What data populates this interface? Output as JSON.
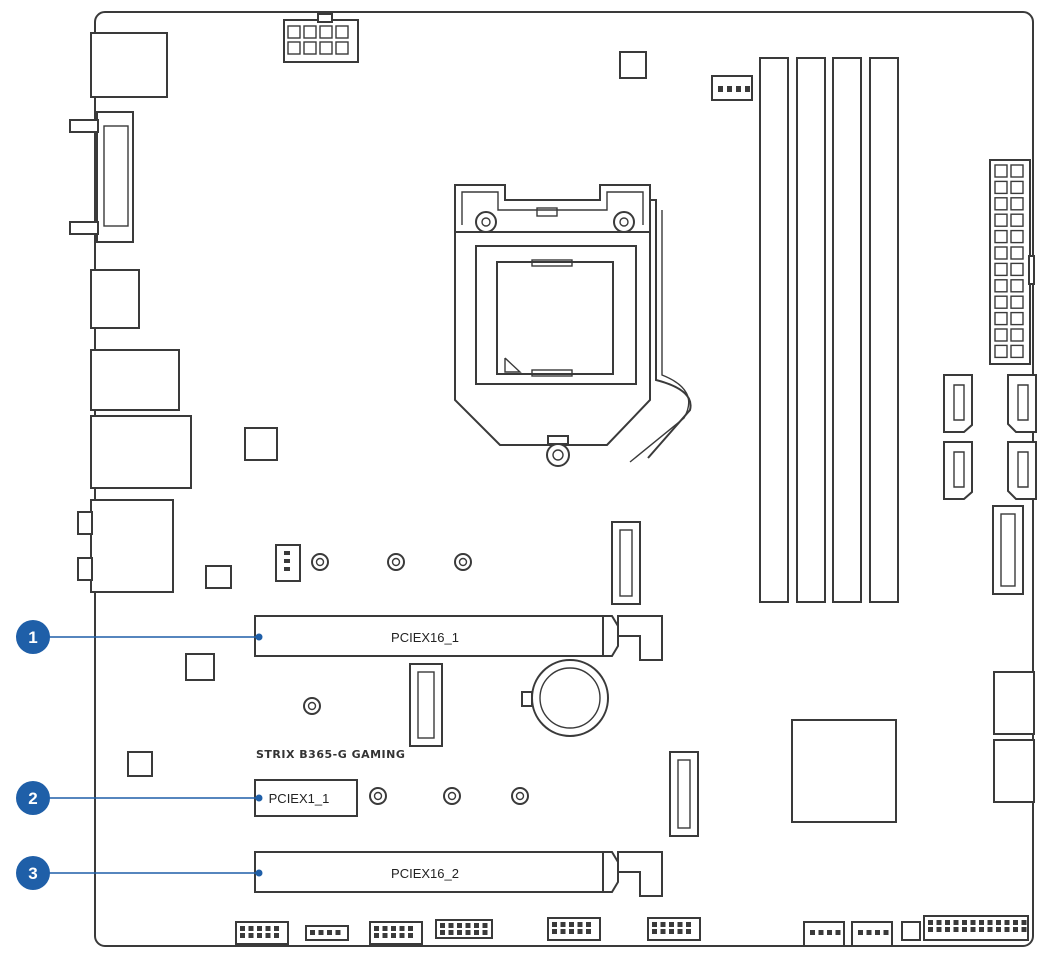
{
  "board": {
    "model": "STRIX B365-G GAMING"
  },
  "slots": [
    {
      "label": "PCIEX16_1"
    },
    {
      "label": "PCIEX1_1"
    },
    {
      "label": "PCIEX16_2"
    }
  ],
  "callouts": [
    {
      "number": "1"
    },
    {
      "number": "2"
    },
    {
      "number": "3"
    }
  ],
  "colors": {
    "callout_fill": "#1f5fa8",
    "line": "#3a3a3a",
    "leader": "#1f5fa8"
  }
}
